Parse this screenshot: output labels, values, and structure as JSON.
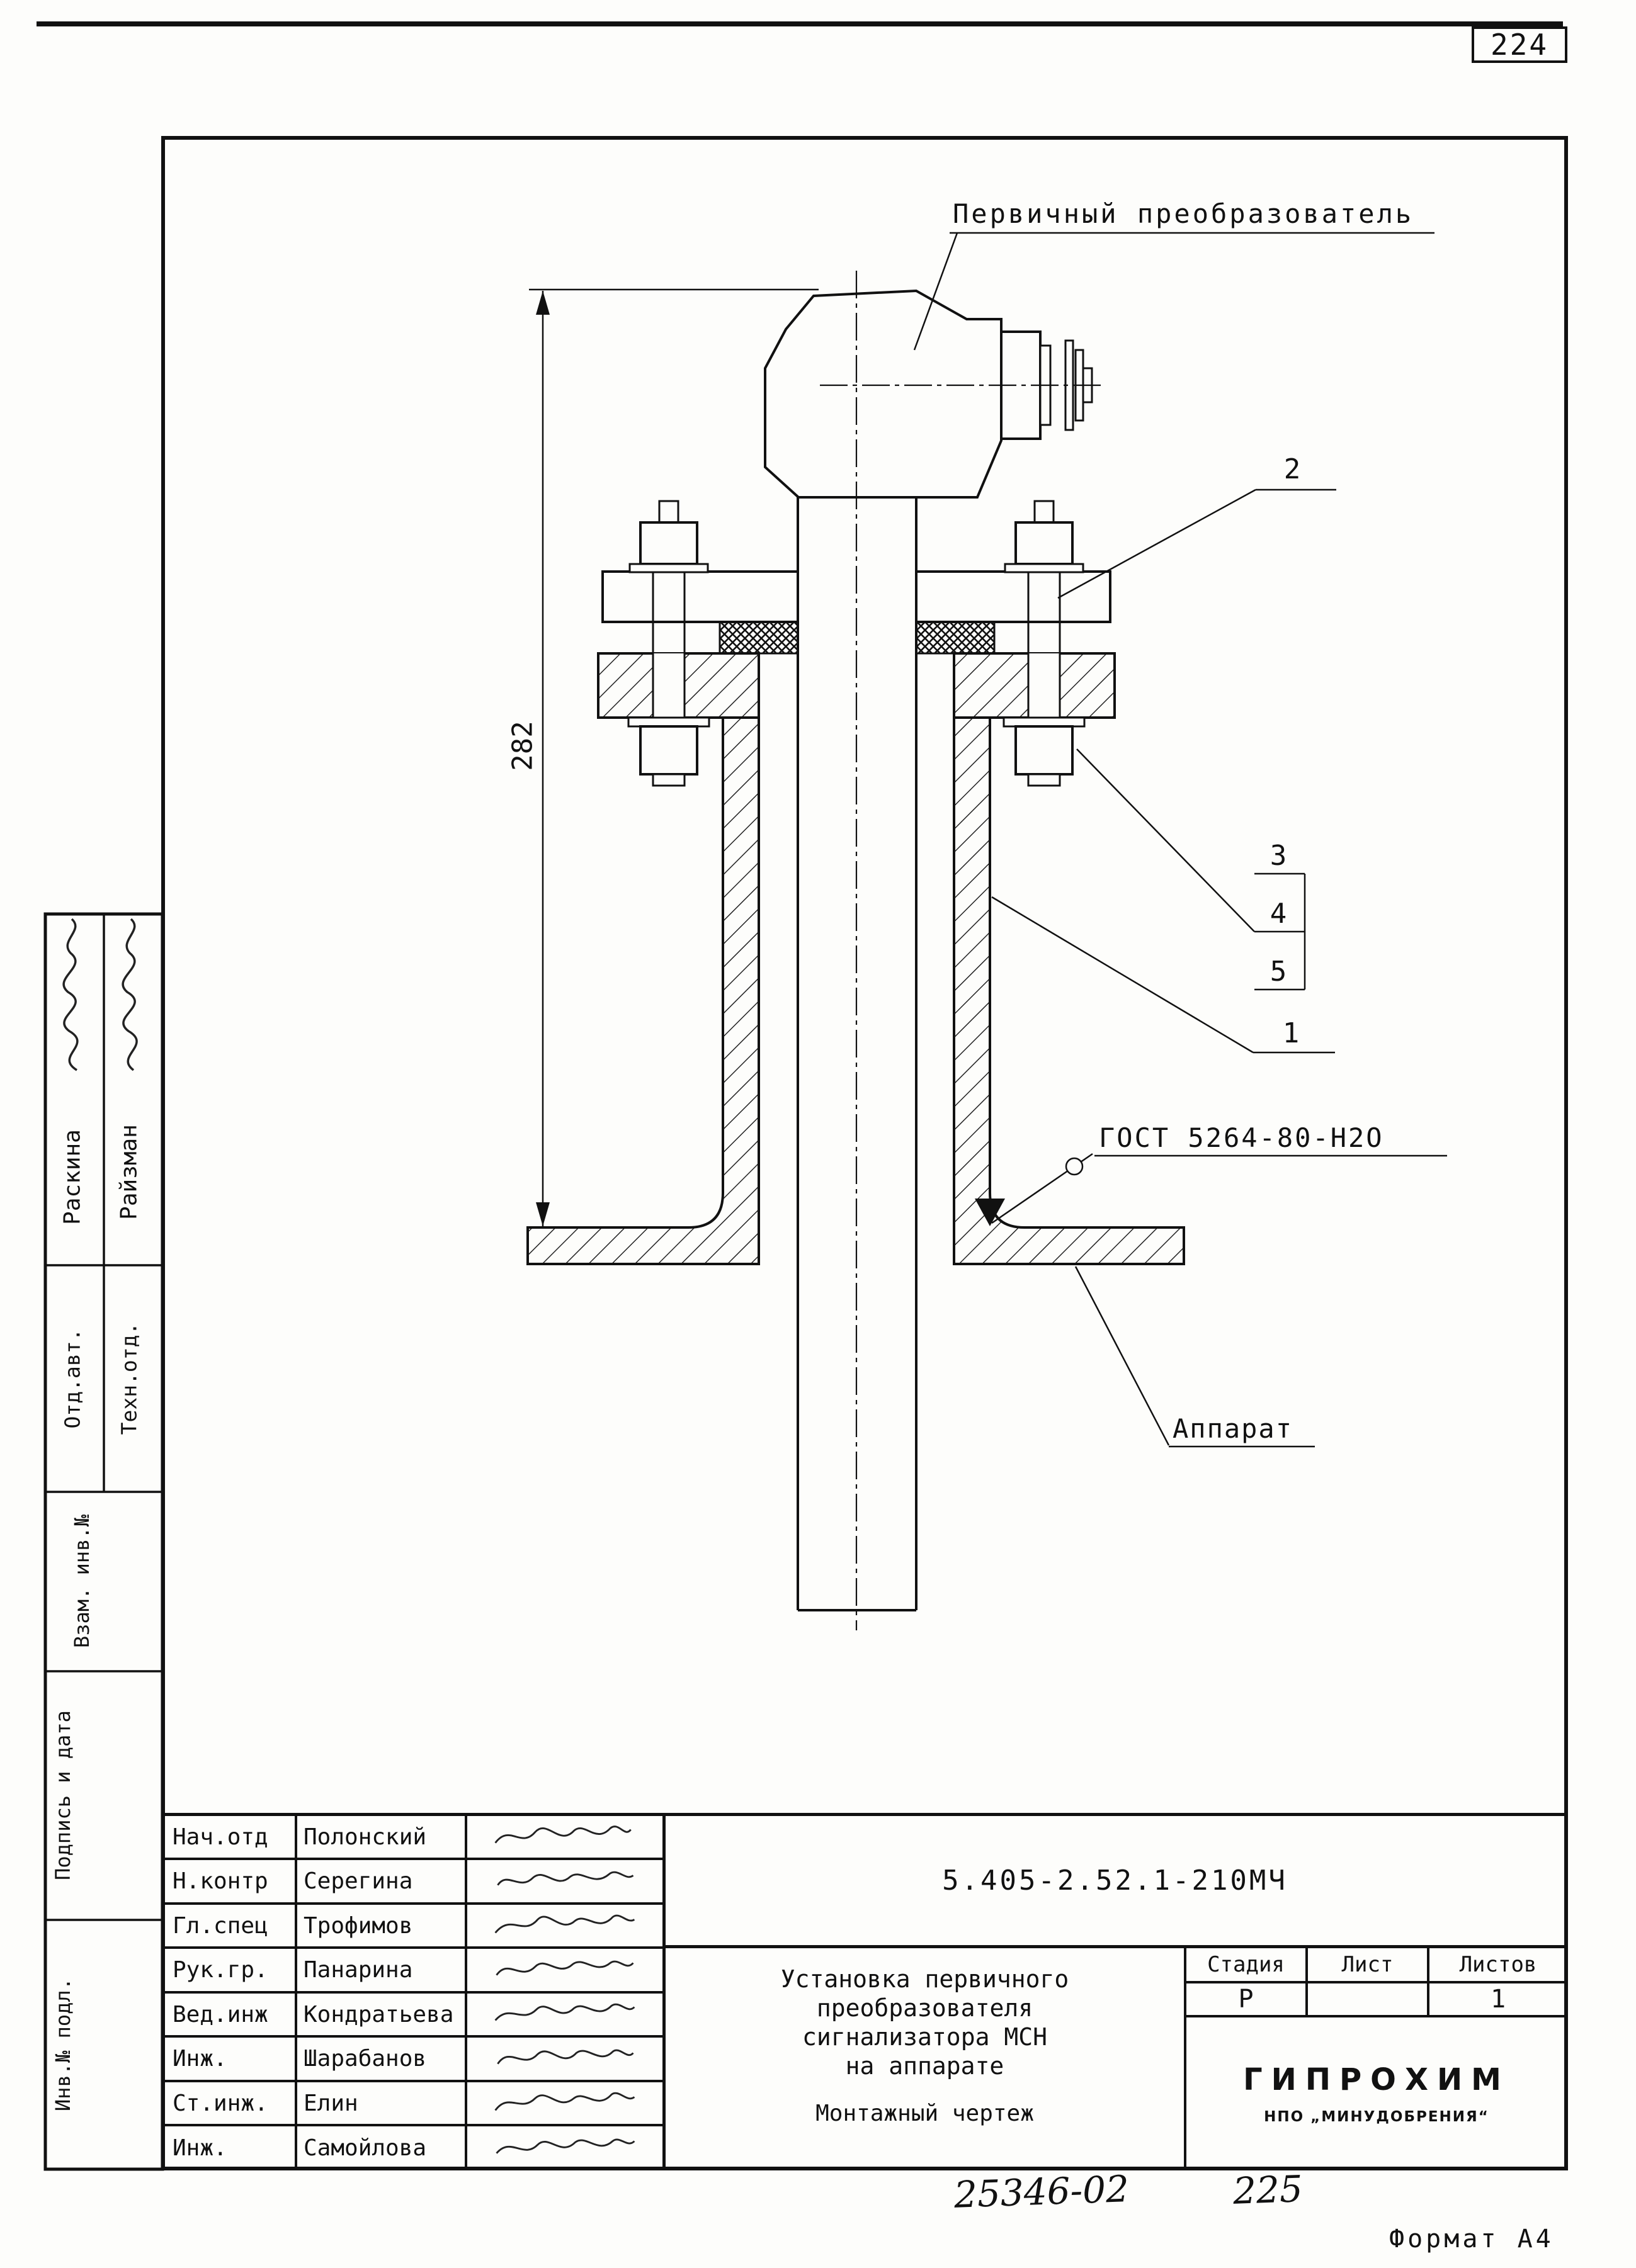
{
  "page": {
    "number": "224",
    "format_label": "Формат А4",
    "handwritten_doc": "25346-02",
    "handwritten_page": "225"
  },
  "drawing": {
    "transducer_label": "Первичный преобразователь",
    "dimension_282": "282",
    "callout_1": "1",
    "callout_2": "2",
    "callout_3": "3",
    "callout_4": "4",
    "callout_5": "5",
    "weld_label": "ГОСТ 5264-80-Н2О",
    "apparatus_label": "Аппарат"
  },
  "left_panel": {
    "author_name": "Раскина",
    "tech_name": "Райзман",
    "dept_author_label": "Отд.авт.",
    "dept_tech_label": "Техн.отд.",
    "section_vzam": "Взам. инв.№",
    "section_podpis": "Подпись и дата",
    "section_inv": "Инв.№ подл."
  },
  "title_block": {
    "doc_number": "5.405-2.52.1-210МЧ",
    "title_line1": "Установка первичного",
    "title_line2": "преобразователя",
    "title_line3": "сигнализатора МСН",
    "title_line4": "на аппарате",
    "subtitle": "Монтажный чертеж",
    "stage_header": "Стадия",
    "sheet_header": "Лист",
    "sheets_header": "Листов",
    "stage_value": "Р",
    "sheet_value": "",
    "sheets_value": "1",
    "company_name": "ГИПРОХИМ",
    "company_sub": "НПО „МИНУДОБРЕНИЯ“",
    "rows": [
      {
        "role": "Нач.отд",
        "name": "Полонский"
      },
      {
        "role": "Н.контр",
        "name": "Серегина"
      },
      {
        "role": "Гл.спец",
        "name": "Трофимов"
      },
      {
        "role": "Рук.гр.",
        "name": "Панарина"
      },
      {
        "role": "Вед.инж",
        "name": "Кондратьева"
      },
      {
        "role": "Инж.",
        "name": "Шарабанов"
      },
      {
        "role": "Ст.инж.",
        "name": "Елин"
      },
      {
        "role": "Инж.",
        "name": "Самойлова"
      }
    ]
  }
}
